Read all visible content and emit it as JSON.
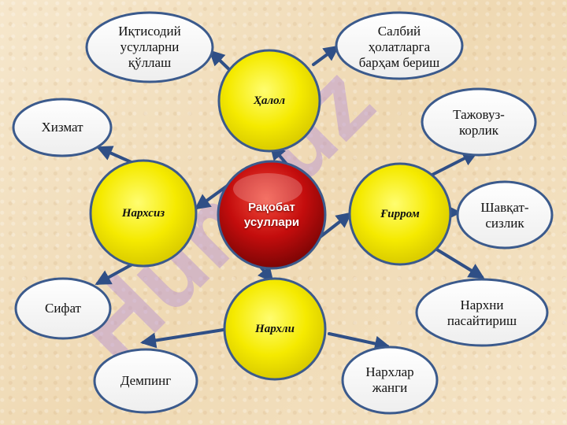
{
  "center": {
    "label": "Рақобат\nусуллари"
  },
  "methods": [
    {
      "id": "halol",
      "label": "Ҳалол"
    },
    {
      "id": "narxsiz",
      "label": "Нархсиз"
    },
    {
      "id": "gayrom",
      "label": "Ғирром"
    },
    {
      "id": "narxli",
      "label": "Нархли"
    }
  ],
  "outcomes": [
    {
      "id": "iqtisodiy",
      "label": "Иқтисодий\nусулларни\nқўллаш"
    },
    {
      "id": "salbiy",
      "label": "Салбий\nҳолатларга\nбарҳам бериш"
    },
    {
      "id": "xizmat",
      "label": "Хизмат"
    },
    {
      "id": "tajovuz",
      "label": "Тажовуз-\nкорлик"
    },
    {
      "id": "shavqat",
      "label": "Шавқат-\nсизлик"
    },
    {
      "id": "sifat",
      "label": "Сифат"
    },
    {
      "id": "narxni",
      "label": "Нархни\nпасайтириш"
    },
    {
      "id": "demping",
      "label": "Демпинг"
    },
    {
      "id": "narxlar",
      "label": "Нархлар\nжанги"
    }
  ],
  "watermark": "Hum.uz",
  "colors": {
    "yellow": "#f5ea00",
    "red": "#c40d0d",
    "arrow": "#2f4f86",
    "bubble_border": "#3b5a8c",
    "watermark": "#b58fd6"
  }
}
